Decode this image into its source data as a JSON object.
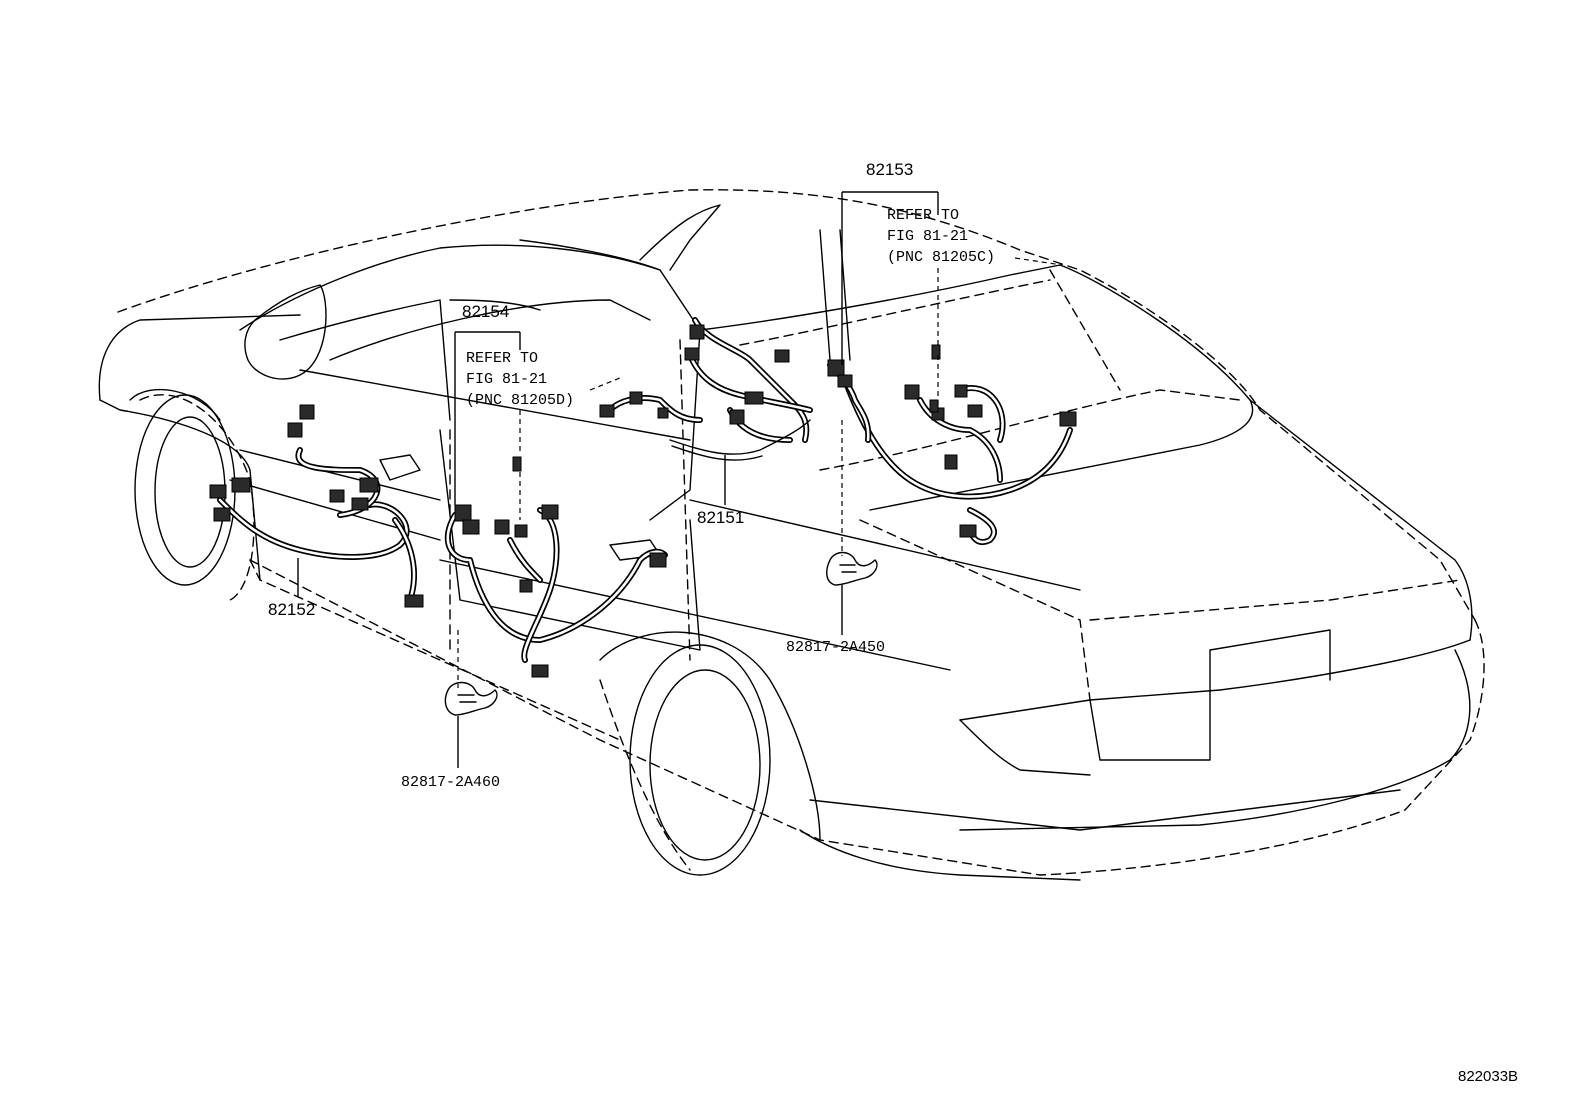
{
  "parts": {
    "p82153": "82153",
    "p82154": "82154",
    "p82151": "82151",
    "p82152": "82152",
    "clip_rear": "82817-2A450",
    "clip_front": "82817-2A460"
  },
  "notes": {
    "rear_refer_line1": "REFER TO",
    "rear_refer_line2": "FIG 81-21",
    "rear_refer_line3": "(PNC 81205C)",
    "front_refer_line1": "REFER TO",
    "front_refer_line2": "FIG 81-21",
    "front_refer_line3": "(PNC 81205D)"
  },
  "figure_id": "822033B"
}
